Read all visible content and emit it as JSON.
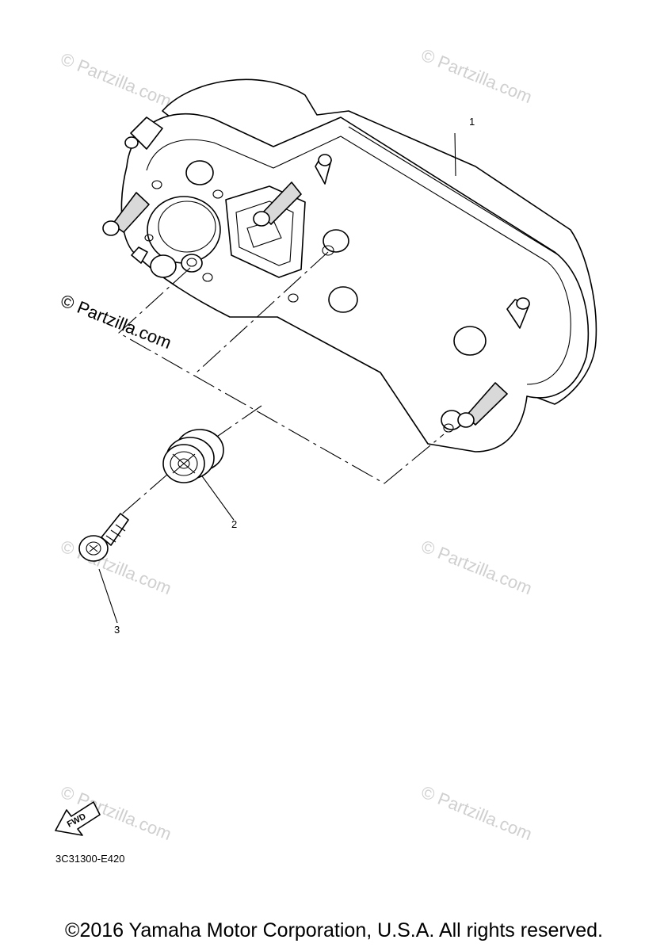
{
  "diagram": {
    "callouts": [
      "1",
      "2",
      "3"
    ],
    "part_code": "3C31300-E420",
    "fwd_label": "FWD"
  },
  "watermark": {
    "text": "© Partzilla.com"
  },
  "footer": {
    "copyright": "©2016 Yamaha Motor Corporation, U.S.A. All rights reserved."
  }
}
